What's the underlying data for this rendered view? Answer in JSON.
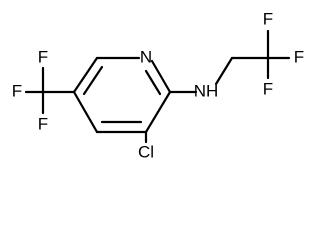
{
  "molecule": {
    "atoms": {
      "ring_n": "N",
      "amine_n": "NH",
      "cl": "Cl",
      "f_cf3_ring_top": "F",
      "f_cf3_ring_left": "F",
      "f_cf3_ring_bottom": "F",
      "f_cf3_chain_right": "F",
      "f_cf3_chain_top": "F",
      "f_cf3_chain_bottom": "F"
    }
  }
}
